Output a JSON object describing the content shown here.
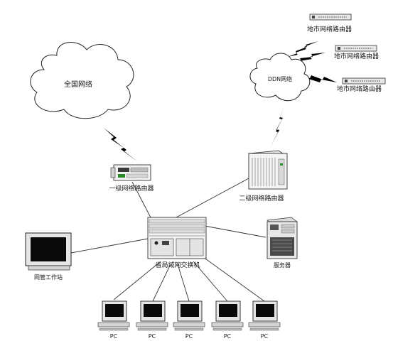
{
  "clouds": {
    "national": "全国网络",
    "ddn": "DDN网络"
  },
  "routers": {
    "city_1": "地市网络路由器",
    "city_2": "地市网络路由器",
    "city_3": "地市网络路由器",
    "level1": "一级网络路由器",
    "level2": "二级网络路由器"
  },
  "switch": "省局域网交换机",
  "server": "服务器",
  "workstation": "网管工作站",
  "pcs": [
    "PC",
    "PC",
    "PC",
    "PC",
    "PC"
  ]
}
